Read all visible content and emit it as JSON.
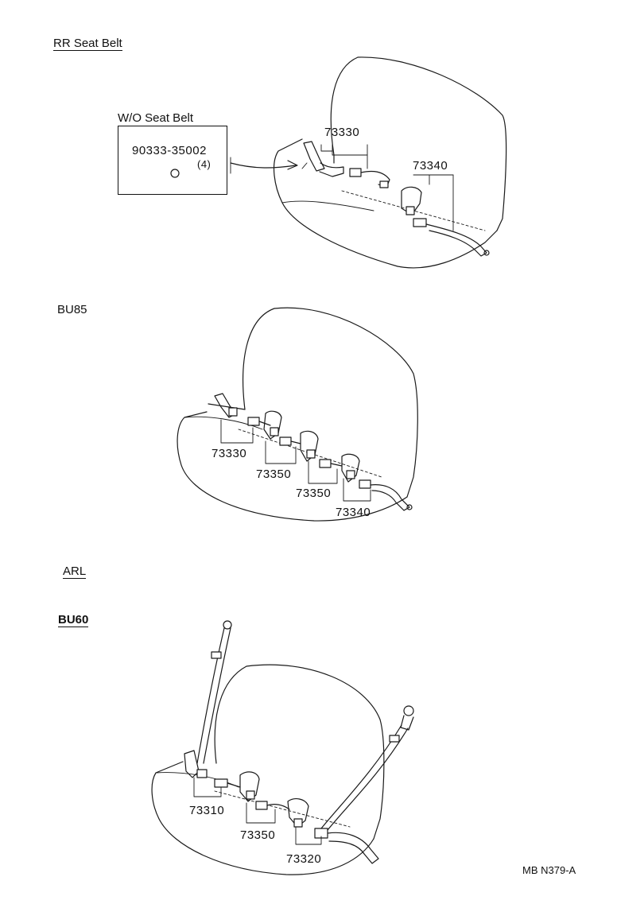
{
  "sections": {
    "rr": {
      "heading": "RR Seat Belt",
      "inset_title": "W/O Seat Belt",
      "inset_part": "90333-35002",
      "inset_qty": "(4)",
      "parts": [
        "73330",
        "73340"
      ]
    },
    "bu85": {
      "heading": "BU85",
      "parts": [
        "73330",
        "73350",
        "73350",
        "73340"
      ]
    },
    "arl": {
      "heading": "ARL"
    },
    "bu60": {
      "heading": "BU60",
      "parts": [
        "73310",
        "73350",
        "73320"
      ]
    }
  },
  "footer_code": "MB N379-A"
}
